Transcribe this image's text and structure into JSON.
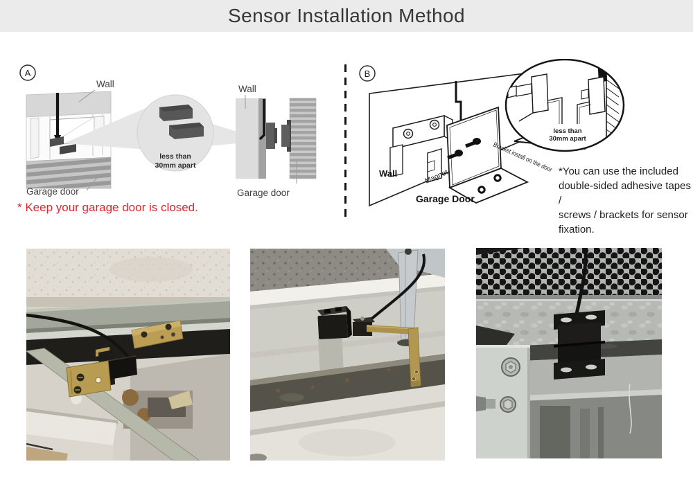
{
  "title": "Sensor Installation Method",
  "colors": {
    "header_bg": "#ebebeb",
    "note_red": "#e0262b"
  },
  "section_a": {
    "badge": "A",
    "wall_label_1": "Wall",
    "door_label_1": "Garage door",
    "wall_label_2": "Wall",
    "door_label_2": "Garage door",
    "callout_line1": "less than",
    "callout_line2": "30mm apart",
    "note": "* Keep your garage door is closed."
  },
  "section_b": {
    "badge": "B",
    "wall_label": "Wall",
    "magnet_label": "Magnet",
    "door_label": "Garage Door",
    "bracket_label": "Bracket install on the door",
    "callout_line1": "less than",
    "callout_line2": "30mm apart",
    "note_lines": [
      "*You can use the included",
      "double-sided adhesive tapes /",
      "screws / brackets for sensor",
      "fixation."
    ]
  },
  "photos": [
    {
      "alt": "sensor installed on garage door track with brass brackets"
    },
    {
      "alt": "sensor and magnet on bracket above door rail"
    },
    {
      "alt": "sensor pair mounted on metal frame under perforated panel"
    }
  ]
}
